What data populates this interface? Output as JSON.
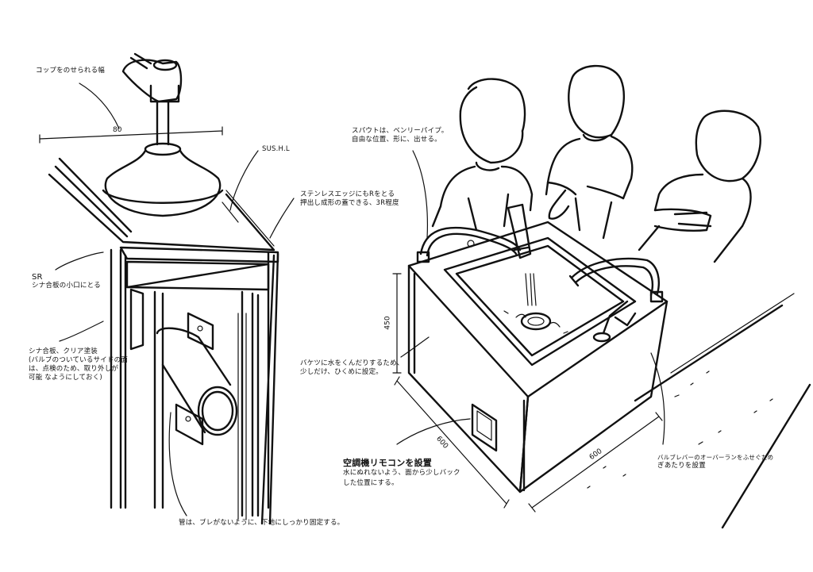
{
  "annotations": {
    "cup_width": "コップをのせられる幅",
    "dim_80": "80",
    "sus_hl": "SUS.H.L",
    "stainless_edge": [
      "ステンレスエッジにもRをとる",
      "押出し成形の蓋できる、3R程度"
    ],
    "sr": [
      "SR",
      "シナ合板の小口にとる"
    ],
    "shina_panel": [
      "シナ合板、クリア塗装",
      "(バルブのついているサイドの面",
      "は、点検のため、取り外しが",
      "可能 なようにしておく)"
    ],
    "pipe_fix": "管は、ブレがないように、下地にしっかり固定する。",
    "spout": [
      "スパウトは、ベンリーパイプ。",
      "自由な位置、形に、出せる。"
    ],
    "bucket": [
      "バケツに水をくんだりするため、",
      "少しだけ、ひくめに設定。"
    ],
    "dim_450": "450",
    "dim_600_left": "600",
    "dim_600_right": "600",
    "valve_lever": [
      "バルブレバーのオーバーランをふせぐため",
      "ぎあたりを設置"
    ],
    "ac_remote": [
      "空調機リモコンを設置",
      "水にぬれないよう、面から少しバック",
      "した位置にする。"
    ]
  }
}
